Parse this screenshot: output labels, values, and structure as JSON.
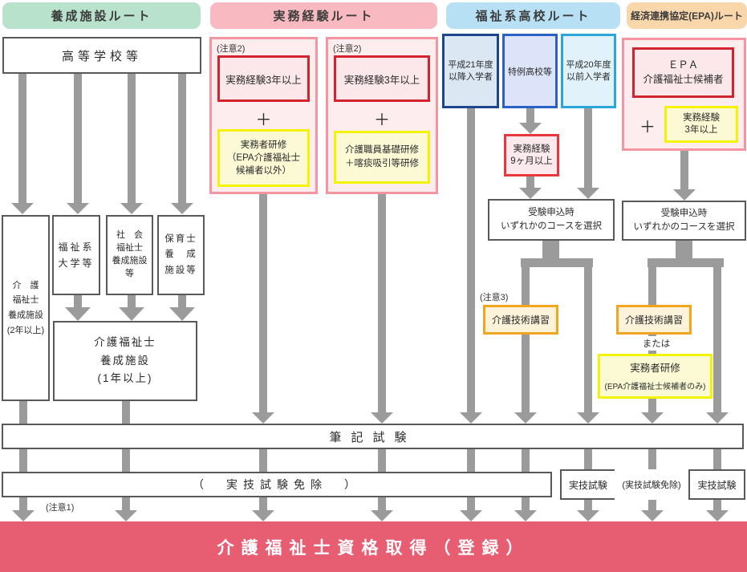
{
  "headers": {
    "yosei": "養成施設ルート",
    "jitsumu": "実務経験ルート",
    "fukushi": "福祉系高校ルート",
    "epa": "経済連携協定(EPA)ルート"
  },
  "yosei_route": {
    "highschool": "高等学校等",
    "training_2y": "介　護\n福祉士\n養成施設\n(2年以上)",
    "welfare_univ": "福祉系\n大学等",
    "social_worker": "社　会\n福祉士\n養成施設\n等",
    "childcare": "保育士\n養　成\n施設等",
    "training_1y": "介護福祉士\n養成施設\n(1年以上)"
  },
  "jitsumu_route": {
    "note2": "(注意2)",
    "exp_3y": "実務経験3年以上",
    "plus": "＋",
    "kenshu_left": "実務者研修\n（EPA介護福祉士\n候補者以外）",
    "kenshu_right": "介護職員基礎研修\n＋喀痰吸引等研修"
  },
  "fukushi_route": {
    "h21": "平成21年度\n以降入学者",
    "tokurei": "特例高校等",
    "h20": "平成20年度\n以前入学者",
    "exp_9m": "実務経験\n9ヶ月以上",
    "course_select": "受験申込時\nいずれかのコースを選択",
    "note3": "(注意3)",
    "koshu": "介護技術講習"
  },
  "epa_route": {
    "candidate": "ＥＰＡ\n介護福祉士候補者",
    "plus": "＋",
    "exp_3y": "実務経験\n3年以上",
    "course_select": "受験申込時\nいずれかのコースを選択",
    "koshu": "介護技術講習",
    "or_label": "または",
    "kenshu_title": "実務者研修",
    "kenshu_sub": "(EPA介護福祉士候補者のみ)"
  },
  "exam": {
    "written": "筆記試験",
    "waived_bar": "（　実技試験免除　）",
    "practical": "実技試験",
    "waived_label": "(実技試験免除)",
    "note1": "(注意1)"
  },
  "result": {
    "title": "介護福祉士資格取得（登録）"
  },
  "colors": {
    "route_yosei": "#b8e2cc",
    "route_jitsumu": "#f8b9c0",
    "route_fukushi": "#b8e0f4",
    "route_epa": "#fad7ab",
    "pink_border": "#f595a2",
    "alert_red": "#d2232e",
    "bright_red": "#e8383d",
    "highlight_yellow": "#f4f400",
    "highlight_orange": "#f2a51f",
    "navy": "#1e4690",
    "blue": "#2b60c8",
    "cyan": "#2aa6da",
    "arrow_gray": "#9b9b9b",
    "result_bar": "#e75d72"
  }
}
